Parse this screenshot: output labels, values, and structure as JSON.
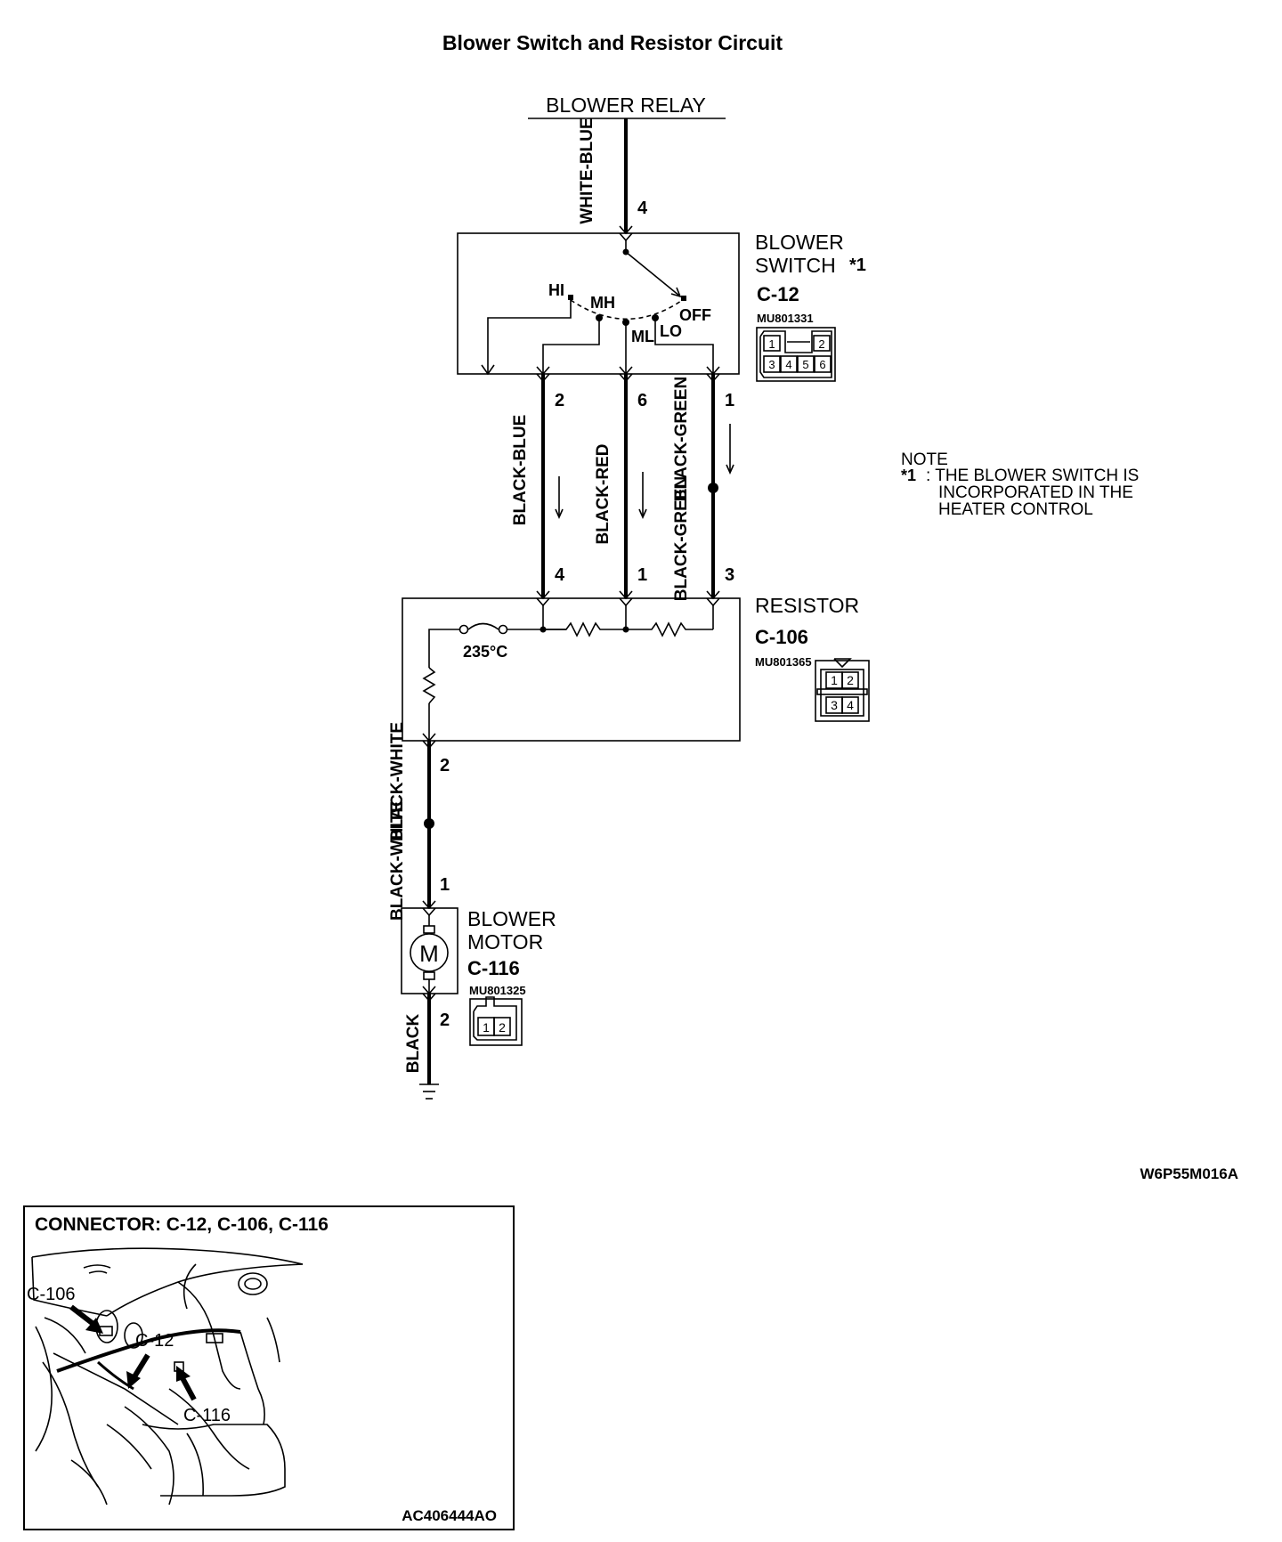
{
  "title": "Blower Switch and Resistor Circuit",
  "relay": {
    "label": "BLOWER RELAY",
    "wire_color": "WHITE-BLUE",
    "pin": "4"
  },
  "blower_switch": {
    "label_line1": "BLOWER",
    "label_line2": "SWITCH",
    "mark": "*1",
    "connector": "C-12",
    "part_no": "MU801331",
    "connector_pins": [
      "1",
      "2",
      "3",
      "4",
      "5",
      "6"
    ],
    "positions": {
      "hi": "HI",
      "mh": "MH",
      "ml": "ML",
      "lo": "LO",
      "off": "OFF"
    }
  },
  "wires": {
    "left": {
      "color": "BLACK-BLUE",
      "switch_pin": "2",
      "resistor_pin": "4"
    },
    "middle": {
      "color": "BLACK-RED",
      "switch_pin": "6",
      "resistor_pin": "1"
    },
    "right": {
      "color_top": "BLACK-GREEN",
      "color_bottom": "BLACK-GREEN",
      "switch_pin": "1",
      "resistor_pin": "3"
    }
  },
  "resistor": {
    "label": "RESISTOR",
    "connector": "C-106",
    "part_no": "MU801365",
    "fuse_temp": "235°C",
    "connector_pins": [
      "1",
      "2",
      "3",
      "4"
    ],
    "out_pin": "2"
  },
  "motor_feed": {
    "color_top": "BLACK-WHITE",
    "color_bottom": "BLACK-WHITE",
    "motor_pin": "1"
  },
  "blower_motor": {
    "label_line1": "BLOWER",
    "label_line2": "MOTOR",
    "connector": "C-116",
    "part_no": "MU801325",
    "symbol": "M",
    "connector_pins": [
      "1",
      "2"
    ],
    "ground_pin": "2",
    "ground_wire_color": "BLACK"
  },
  "note": {
    "heading": "NOTE",
    "mark": "*1",
    "line1": ": THE BLOWER SWITCH IS",
    "line2": "INCORPORATED IN THE",
    "line3": "HEATER CONTROL"
  },
  "figure_code": "W6P55M016A",
  "locator": {
    "title": "CONNECTOR: C-12, C-106, C-116",
    "callouts": [
      "C-106",
      "C-12",
      "C-116"
    ],
    "figure_code": "AC406444AO"
  }
}
